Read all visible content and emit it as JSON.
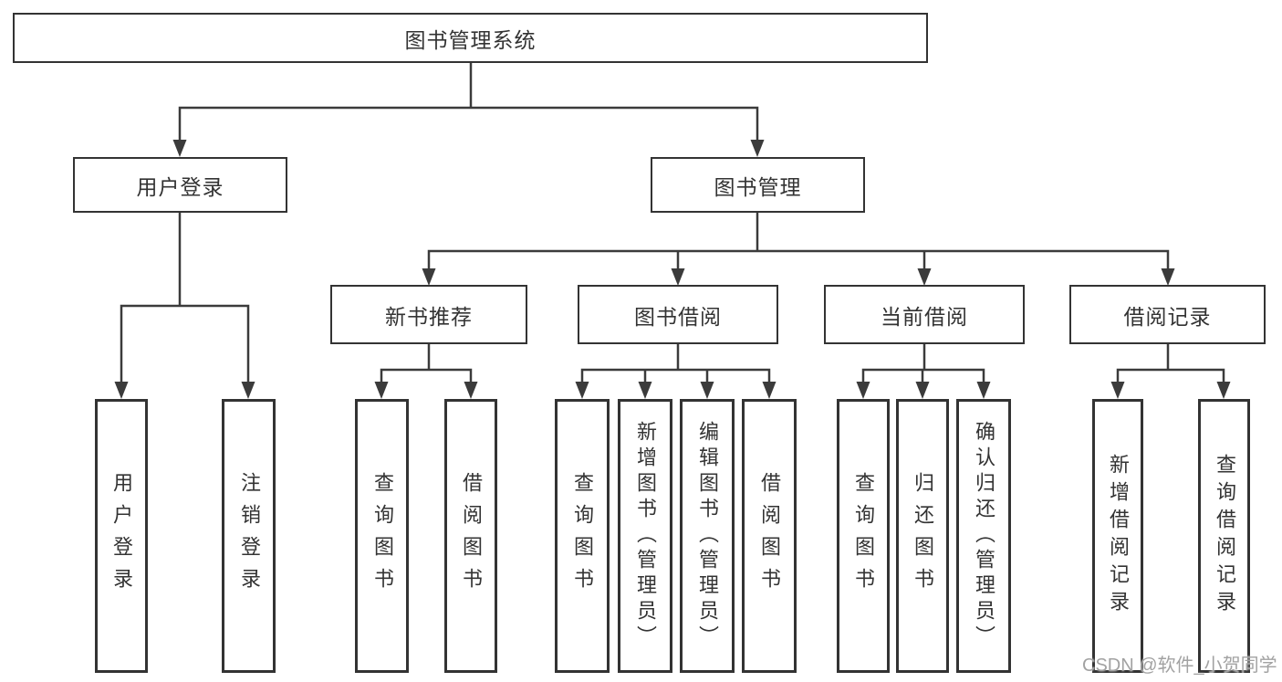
{
  "tree": {
    "root": {
      "label": "图书管理系统"
    },
    "branches": [
      {
        "label": "用户登录",
        "children": [
          {
            "label": "用户登录"
          },
          {
            "label": "注销登录"
          }
        ]
      },
      {
        "label": "图书管理",
        "children": [
          {
            "label": "新书推荐",
            "children": [
              {
                "label": "查询图书"
              },
              {
                "label": "借阅图书"
              }
            ]
          },
          {
            "label": "图书借阅",
            "children": [
              {
                "label": "查询图书"
              },
              {
                "label": "新增图书（管理员）"
              },
              {
                "label": "编辑图书（管理员）"
              },
              {
                "label": "借阅图书"
              }
            ]
          },
          {
            "label": "当前借阅",
            "children": [
              {
                "label": "查询图书"
              },
              {
                "label": "归还图书"
              },
              {
                "label": "确认归还（管理员）"
              }
            ]
          },
          {
            "label": "借阅记录",
            "children": [
              {
                "label": "新增借阅记录"
              },
              {
                "label": "查询借阅记录"
              }
            ]
          }
        ]
      }
    ]
  },
  "watermark": {
    "text": "CSDN @软件_小贺同学"
  },
  "colors": {
    "line": "#3b3b3b",
    "box_border": "#333333",
    "box_fill": "#ffffff",
    "text": "#333333",
    "watermark": "#a2a2a2",
    "background": "#ffffff"
  }
}
